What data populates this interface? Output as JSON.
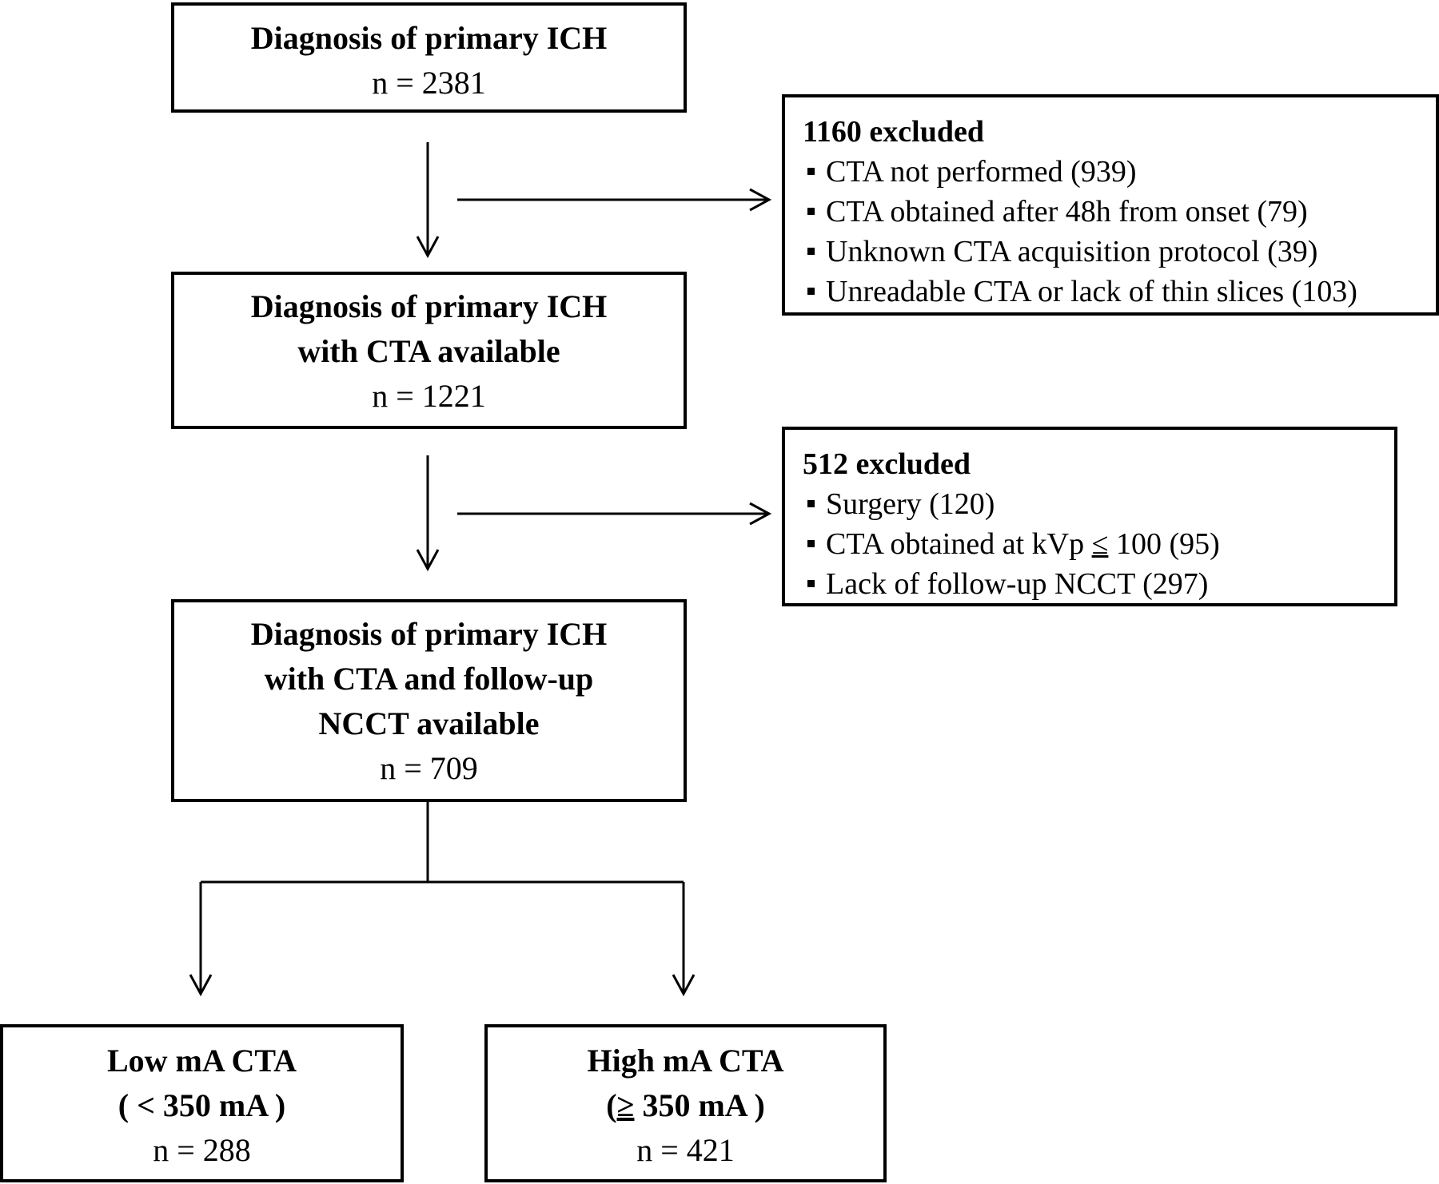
{
  "boxes": {
    "initial": {
      "title": "Diagnosis of primary ICH",
      "count": "n = 2381"
    },
    "cta": {
      "title_line1": "Diagnosis of primary ICH",
      "title_line2": "with CTA available",
      "count": "n = 1221"
    },
    "final": {
      "title_line1": "Diagnosis of primary ICH",
      "title_line2": "with CTA and follow-up",
      "title_line3": "NCCT available",
      "count": "n = 709"
    },
    "low": {
      "title_line1": "Low mA CTA",
      "title_line2": "( < 350 mA )",
      "count": "n = 288"
    },
    "high": {
      "title_line1": "High mA CTA",
      "title_line2_open": "(",
      "title_line2_sym": "≥",
      "title_line2_rest": " 350 mA )",
      "count": "n = 421"
    }
  },
  "exclusions": {
    "first": {
      "header": "1160 excluded",
      "items": [
        "CTA not performed (939)",
        "CTA obtained after 48h from onset (79)",
        "Unknown CTA  acquisition protocol (39)",
        "Unreadable  CTA or lack of thin slices (103)"
      ]
    },
    "second": {
      "header": "512 excluded",
      "items": [
        "Surgery (120)",
        "Lack of follow-up NCCT (297)"
      ],
      "kvp_item": {
        "prefix": "CTA obtained at kVp ",
        "sym": "≤",
        "suffix": " 100 (95)"
      }
    }
  }
}
